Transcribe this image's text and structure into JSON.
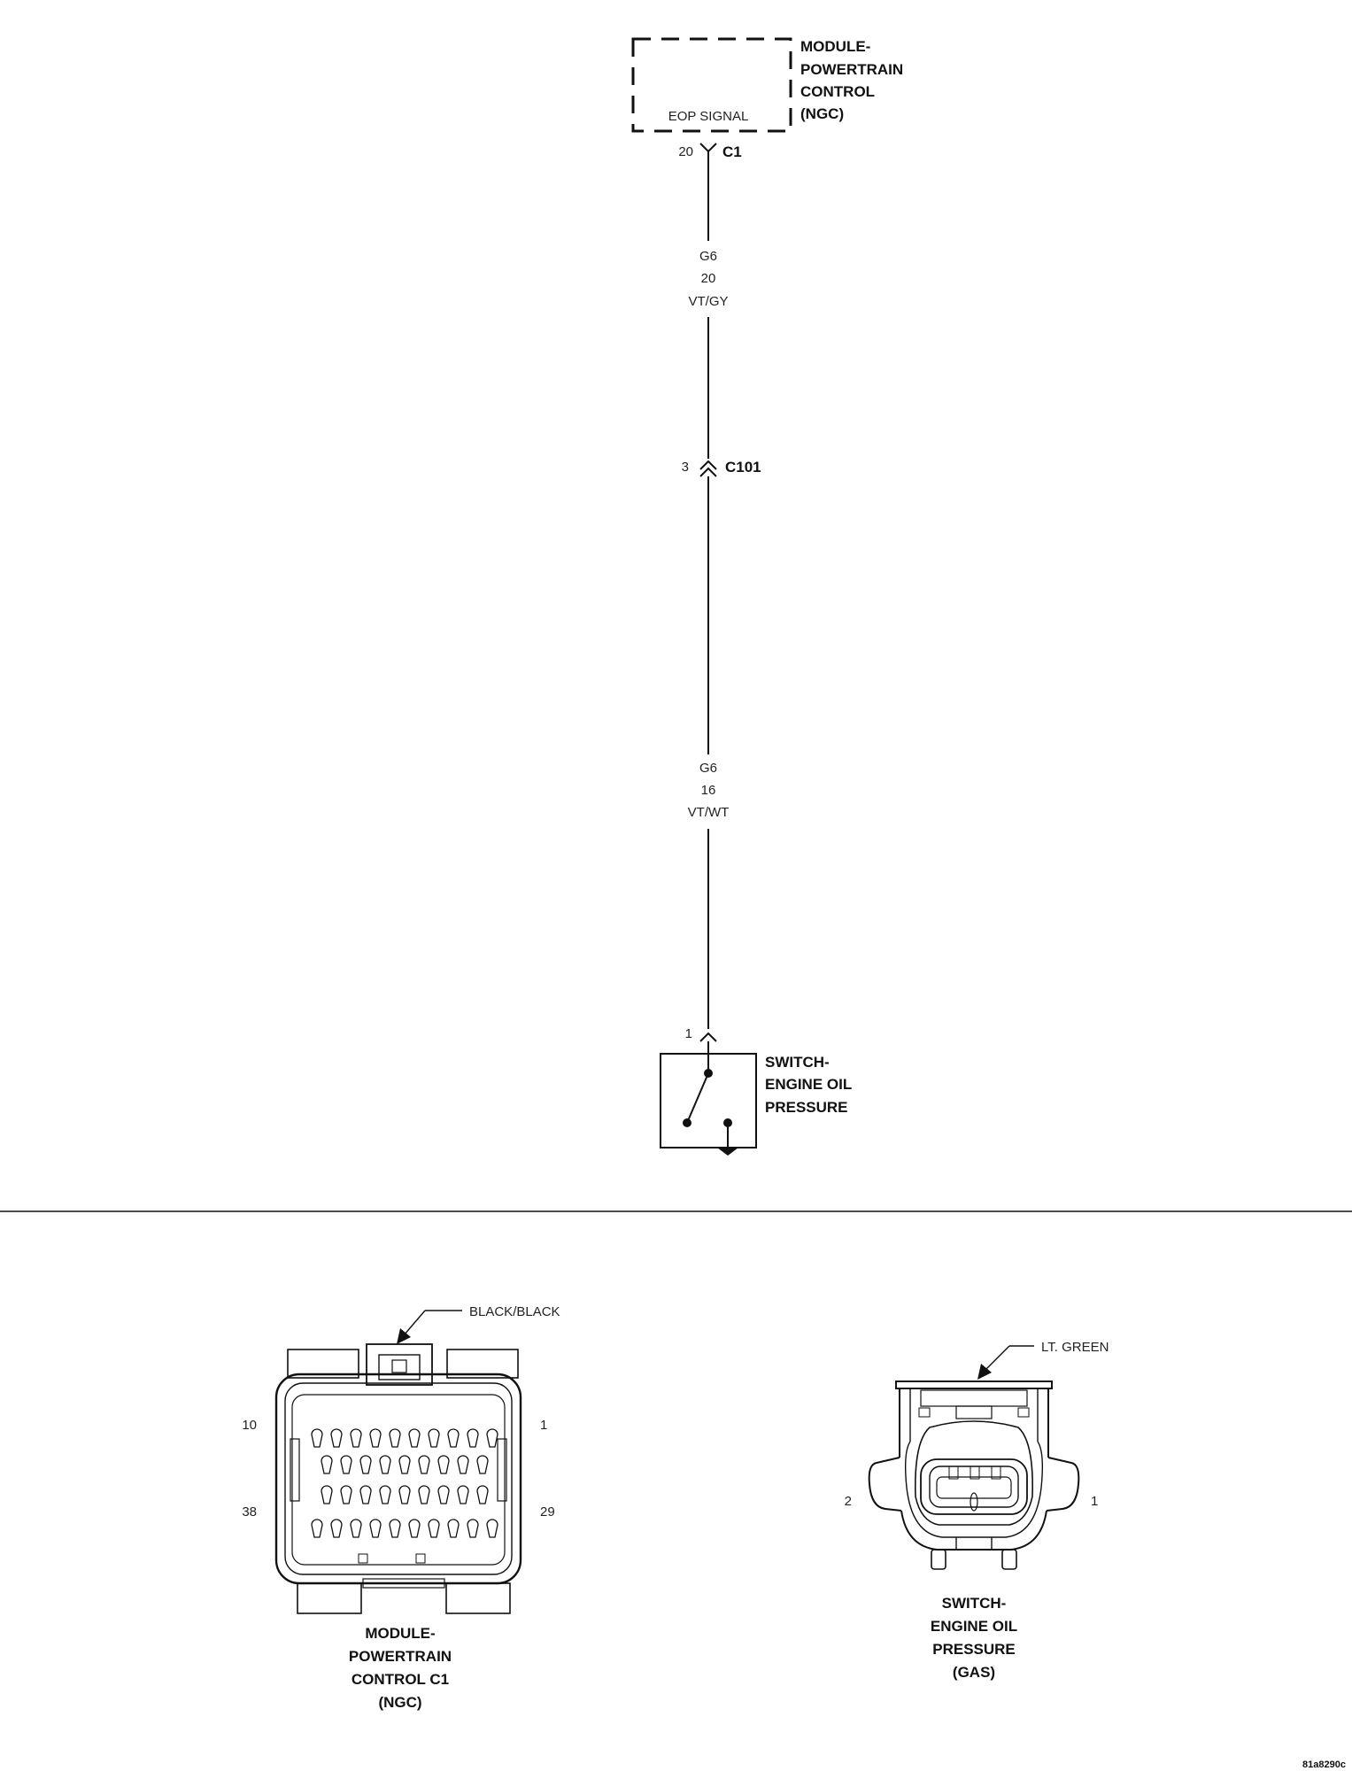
{
  "module": {
    "name_lines": [
      "MODULE-",
      "POWERTRAIN",
      "CONTROL",
      "(NGC)"
    ],
    "signal_label": "EOP SIGNAL",
    "pin": "20",
    "connector": "C1"
  },
  "wire_upper": {
    "circuit": "G6",
    "gauge": "20",
    "color": "VT/GY"
  },
  "inline_connector": {
    "pin": "3",
    "id": "C101"
  },
  "wire_lower": {
    "circuit": "G6",
    "gauge": "16",
    "color": "VT/WT"
  },
  "switch": {
    "pin": "1",
    "name_lines": [
      "SWITCH-",
      "ENGINE OIL",
      "PRESSURE"
    ]
  },
  "connector_pcm": {
    "callout": "BLACK/BLACK",
    "pin_top_left": "10",
    "pin_top_right": "1",
    "pin_bottom_left": "38",
    "pin_bottom_right": "29",
    "name_lines": [
      "MODULE-",
      "POWERTRAIN",
      "CONTROL C1",
      "(NGC)"
    ]
  },
  "connector_switch": {
    "callout": "LT. GREEN",
    "pin_left": "2",
    "pin_right": "1",
    "name_lines": [
      "SWITCH-",
      "ENGINE OIL",
      "PRESSURE",
      "(GAS)"
    ]
  },
  "figure_id": "81a8290c"
}
